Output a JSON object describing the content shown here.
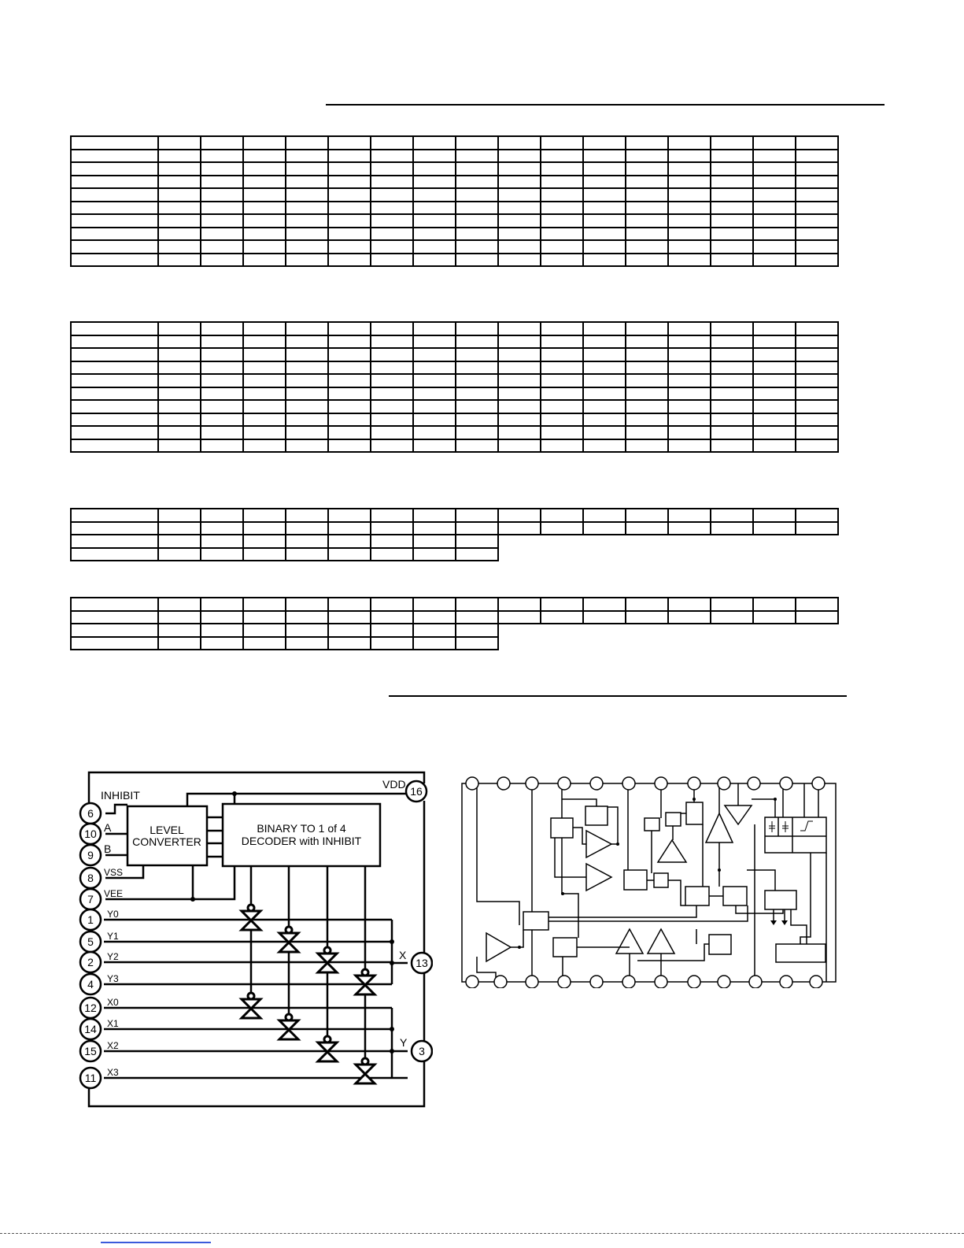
{
  "tables": {
    "table1": {
      "rows": 10,
      "cols": 17
    },
    "table2": {
      "rows": 10,
      "cols": 17
    },
    "table3": {
      "rows": 4,
      "cols": 17,
      "short_rows_from": 2,
      "short_cols": 9
    },
    "table4": {
      "rows": 4,
      "cols": 17,
      "short_rows_from": 2,
      "short_cols": 9
    }
  },
  "diagram_left": {
    "inhibit_label": "INHIBIT",
    "vdd_label": "VDD",
    "vdd_pin": "16",
    "level_converter_line1": "LEVEL",
    "level_converter_line2": "CONVERTER",
    "decoder_line1": "BINARY TO 1 of 4",
    "decoder_line2": "DECODER with INHIBIT",
    "inputs": [
      {
        "pin": "6",
        "label": ""
      },
      {
        "pin": "10",
        "label": "A"
      },
      {
        "pin": "9",
        "label": "B"
      },
      {
        "pin": "8",
        "label": "VSS"
      },
      {
        "pin": "7",
        "label": "VEE"
      }
    ],
    "channels": [
      {
        "pin": "1",
        "label": "Y0"
      },
      {
        "pin": "5",
        "label": "Y1"
      },
      {
        "pin": "2",
        "label": "Y2"
      },
      {
        "pin": "4",
        "label": "Y3"
      },
      {
        "pin": "12",
        "label": "X0"
      },
      {
        "pin": "14",
        "label": "X1"
      },
      {
        "pin": "15",
        "label": "X2"
      },
      {
        "pin": "11",
        "label": "X3"
      }
    ],
    "out_x_label": "X",
    "out_x_pin": "13",
    "out_y_label": "Y",
    "out_y_pin": "3"
  },
  "colors": {
    "ink": "#000000",
    "link": "#3b5bdb"
  }
}
